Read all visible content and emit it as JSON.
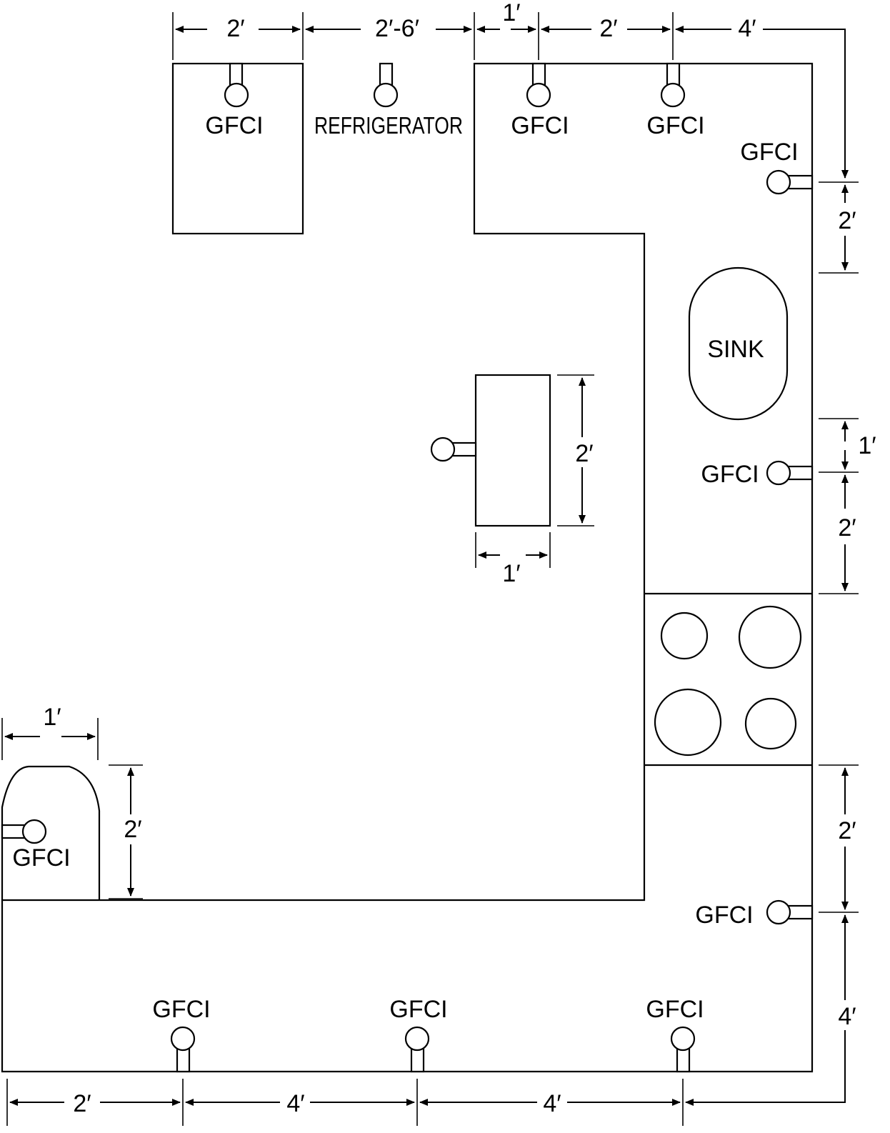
{
  "labels": {
    "gfci": "GFCI",
    "refrigerator": "REFRIGERATOR",
    "sink": "SINK"
  },
  "dimensions": {
    "top": [
      "2′",
      "2′-6′",
      "1′",
      "2′",
      "4′"
    ],
    "right": [
      "2′",
      "1′",
      "2′",
      "2′",
      "4′"
    ],
    "bottom": [
      "2′",
      "4′",
      "4′"
    ],
    "island_height": "2′",
    "island_width": "1′",
    "peninsula_width": "1′",
    "peninsula_height": "2′"
  },
  "colors": {
    "line": "#000000",
    "background": "#ffffff"
  }
}
